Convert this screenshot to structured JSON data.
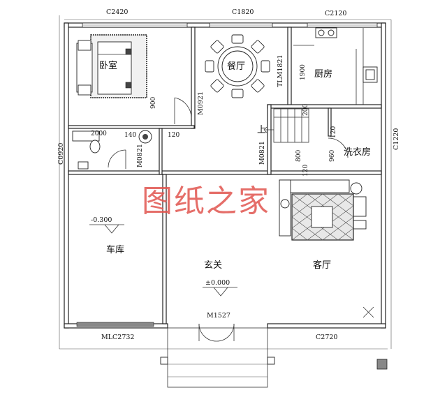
{
  "rooms": {
    "bedroom": "卧室",
    "dining": "餐厅",
    "kitchen": "厨房",
    "laundry": "洗衣房",
    "garage": "车库",
    "foyer": "玄关",
    "living": "客厅"
  },
  "window_codes": {
    "c2420": "C2420",
    "c1820": "C1820",
    "c2120": "C2120",
    "c0920": "C0920",
    "c1220": "C1220",
    "c2720": "C2720",
    "mlc2732": "MLC2732"
  },
  "door_codes": {
    "m0921": "M0921",
    "m0821_left": "M0821",
    "m0821_right": "M0821",
    "tlm1821": "TLM1821",
    "m1527": "M1527"
  },
  "dimensions": {
    "d900": "900",
    "d1900": "1900",
    "d200": "200",
    "d120_a": "120",
    "d120_b": "120",
    "d120_c": "120",
    "d800": "800",
    "d960": "960",
    "d140": "140",
    "d2000": "2000"
  },
  "levels": {
    "garage": "-0.300",
    "foyer": "±0.000"
  },
  "stair_label": "上",
  "watermark": "图纸之家"
}
